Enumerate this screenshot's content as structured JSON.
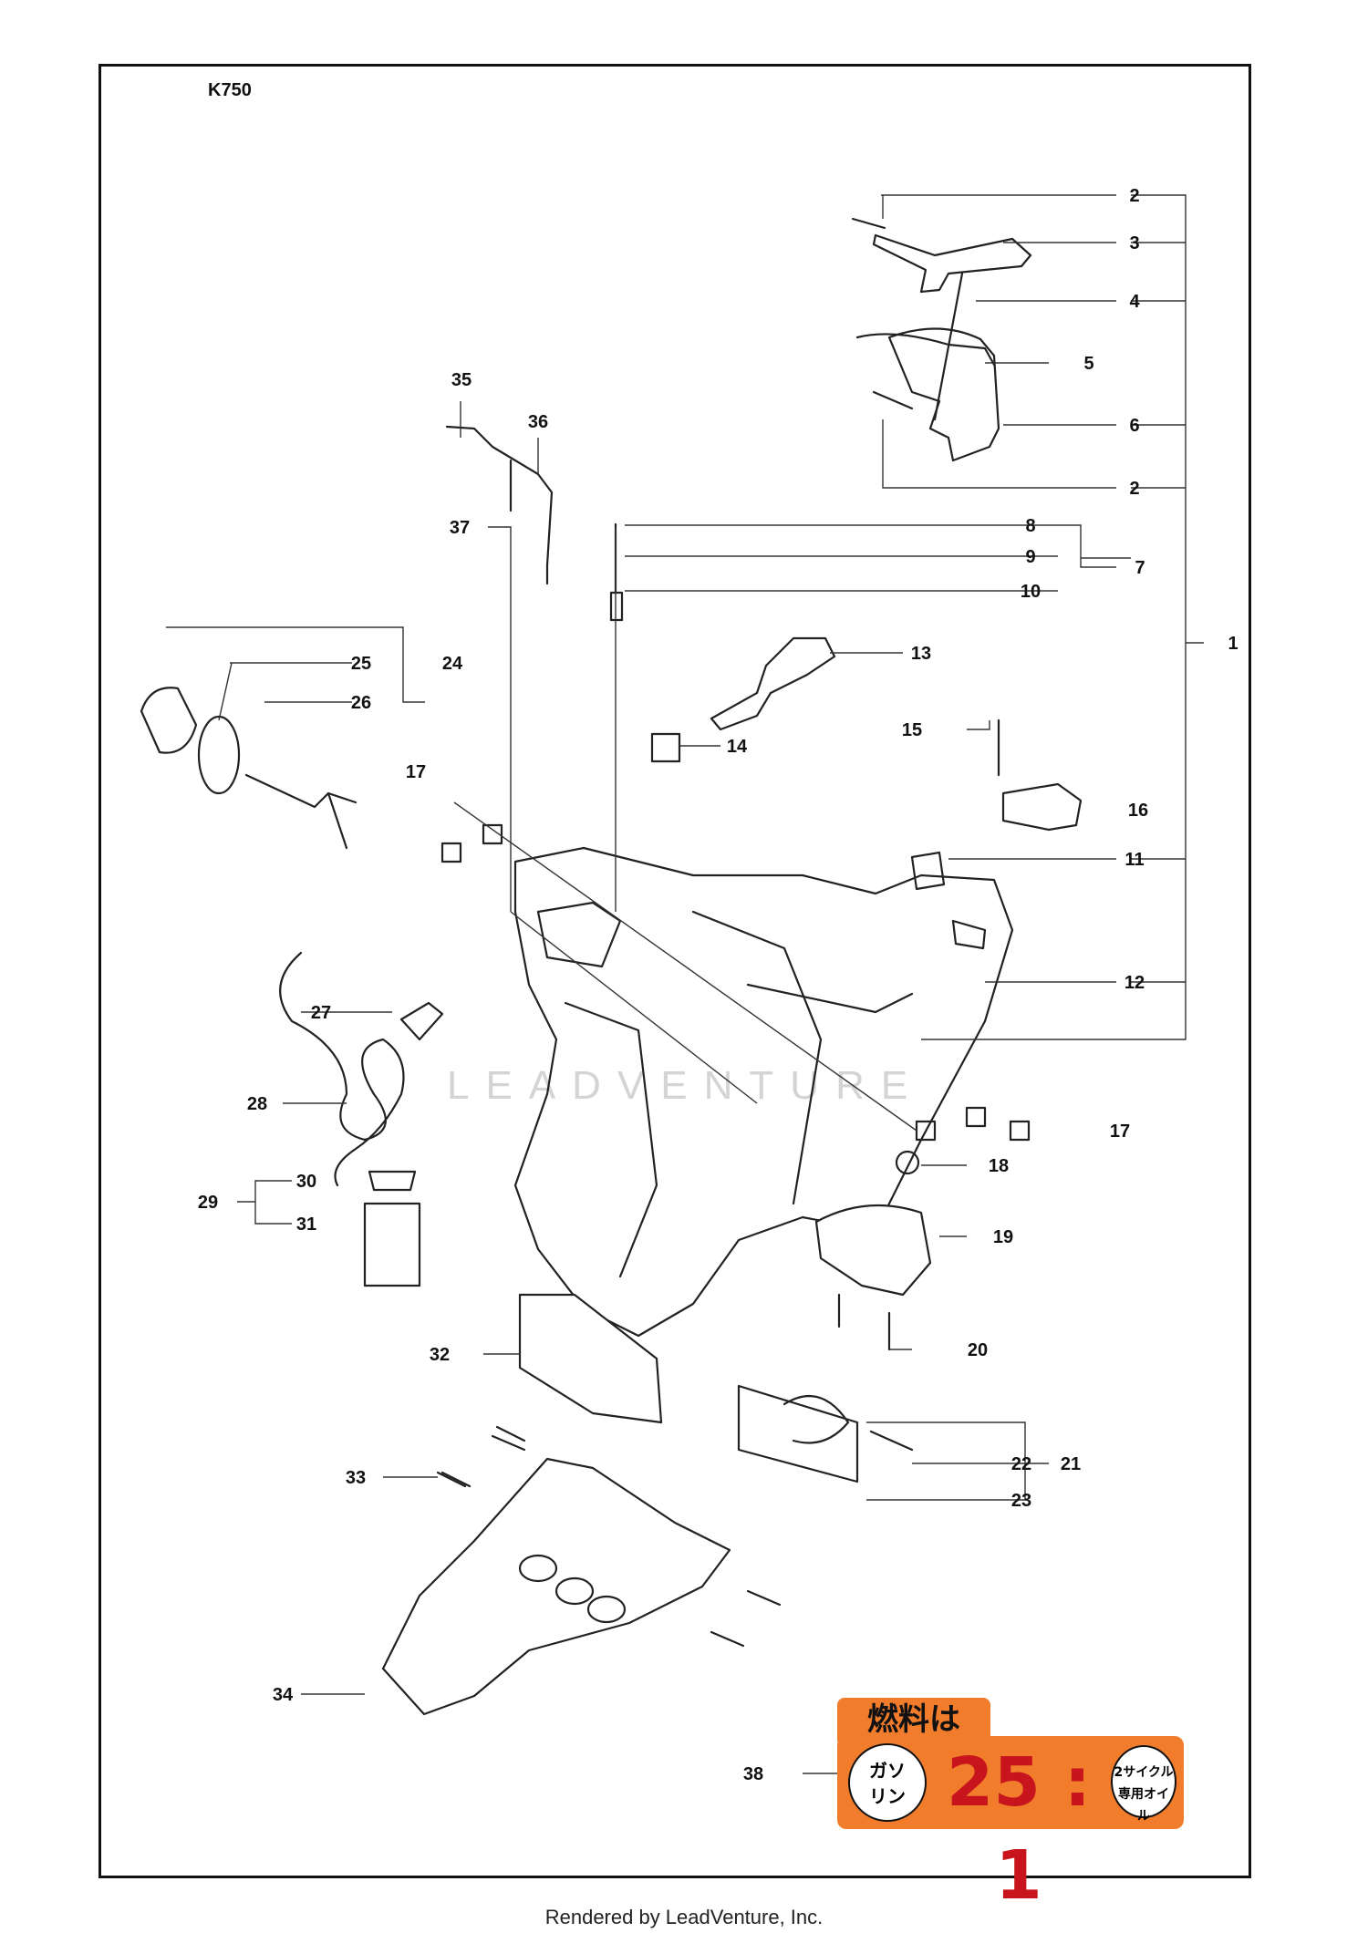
{
  "model": "K750",
  "footer": "Rendered by LeadVenture, Inc.",
  "watermark": "LEADVENTURE",
  "callouts": [
    "1",
    "2",
    "2",
    "3",
    "4",
    "5",
    "6",
    "7",
    "8",
    "9",
    "10",
    "11",
    "12",
    "13",
    "14",
    "15",
    "16",
    "17",
    "17",
    "18",
    "19",
    "20",
    "21",
    "22",
    "23",
    "24",
    "25",
    "26",
    "27",
    "28",
    "29",
    "30",
    "31",
    "32",
    "33",
    "34",
    "35",
    "36",
    "37",
    "38"
  ],
  "decal": {
    "top": "燃料は",
    "left_line1": "ガソ",
    "left_line2": "リン",
    "ratio": "25 : 1",
    "right_line1": "2サイクル",
    "right_line2": "専用オイル"
  }
}
